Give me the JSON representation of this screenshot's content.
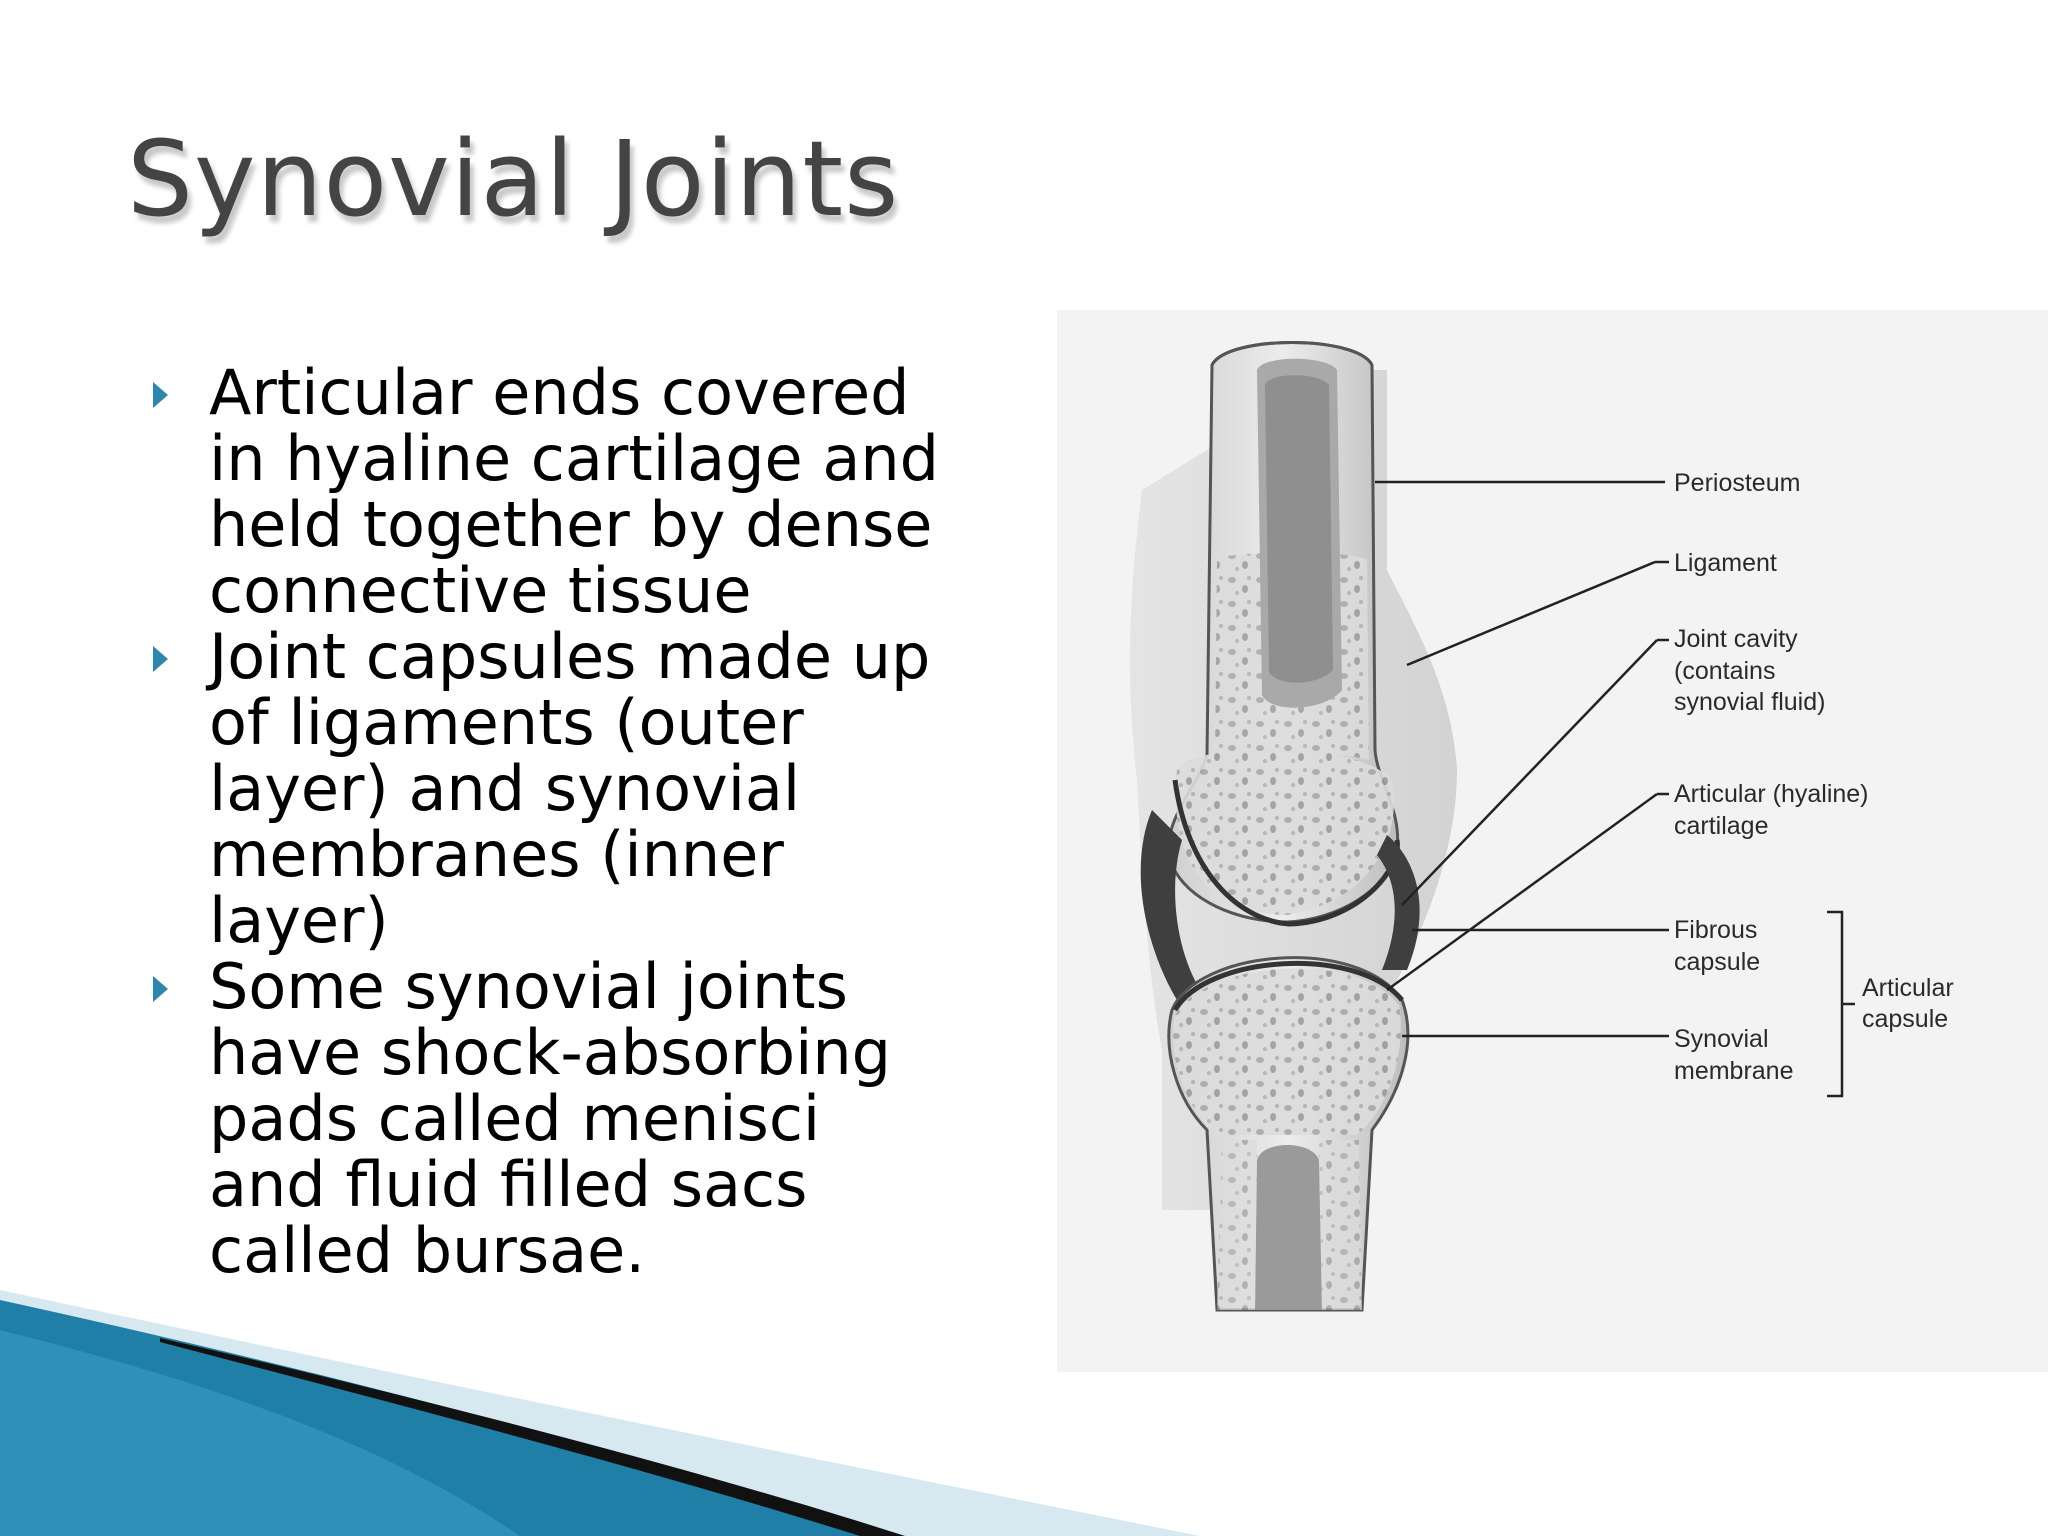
{
  "slide": {
    "title": "Synovial Joints",
    "bullets": [
      {
        "icon": "triangle-bullet-icon",
        "text": "Articular ends covered\nin hyaline cartilage and\nheld together by dense\nconnective tissue"
      },
      {
        "icon": "triangle-bullet-icon",
        "text": "Joint capsules made up\nof ligaments (outer\nlayer) and synovial\nmembranes (inner\nlayer)"
      },
      {
        "icon": "triangle-bullet-icon",
        "text": "Some synovial joints\nhave shock-absorbing\npads called menisci\nand fluid filled sacs\ncalled bursae."
      }
    ]
  },
  "figure": {
    "labels": {
      "periosteum": "Periosteum",
      "ligament": "Ligament",
      "joint_cavity_1": "Joint cavity",
      "joint_cavity_2": "(contains",
      "joint_cavity_3": "synovial fluid)",
      "articular_cartilage_1": "Articular (hyaline)",
      "articular_cartilage_2": "cartilage",
      "fibrous_capsule_1": "Fibrous",
      "fibrous_capsule_2": "capsule",
      "synovial_membrane_1": "Synovial",
      "synovial_membrane_2": "membrane",
      "articular_capsule_1": "Articular",
      "articular_capsule_2": "capsule"
    }
  },
  "colors": {
    "title": "#444444",
    "bullet": "#2e87aa",
    "swoosh_blue": "#1f7fa6",
    "swoosh_black": "#111111",
    "swoosh_light": "#d6e8f0"
  }
}
